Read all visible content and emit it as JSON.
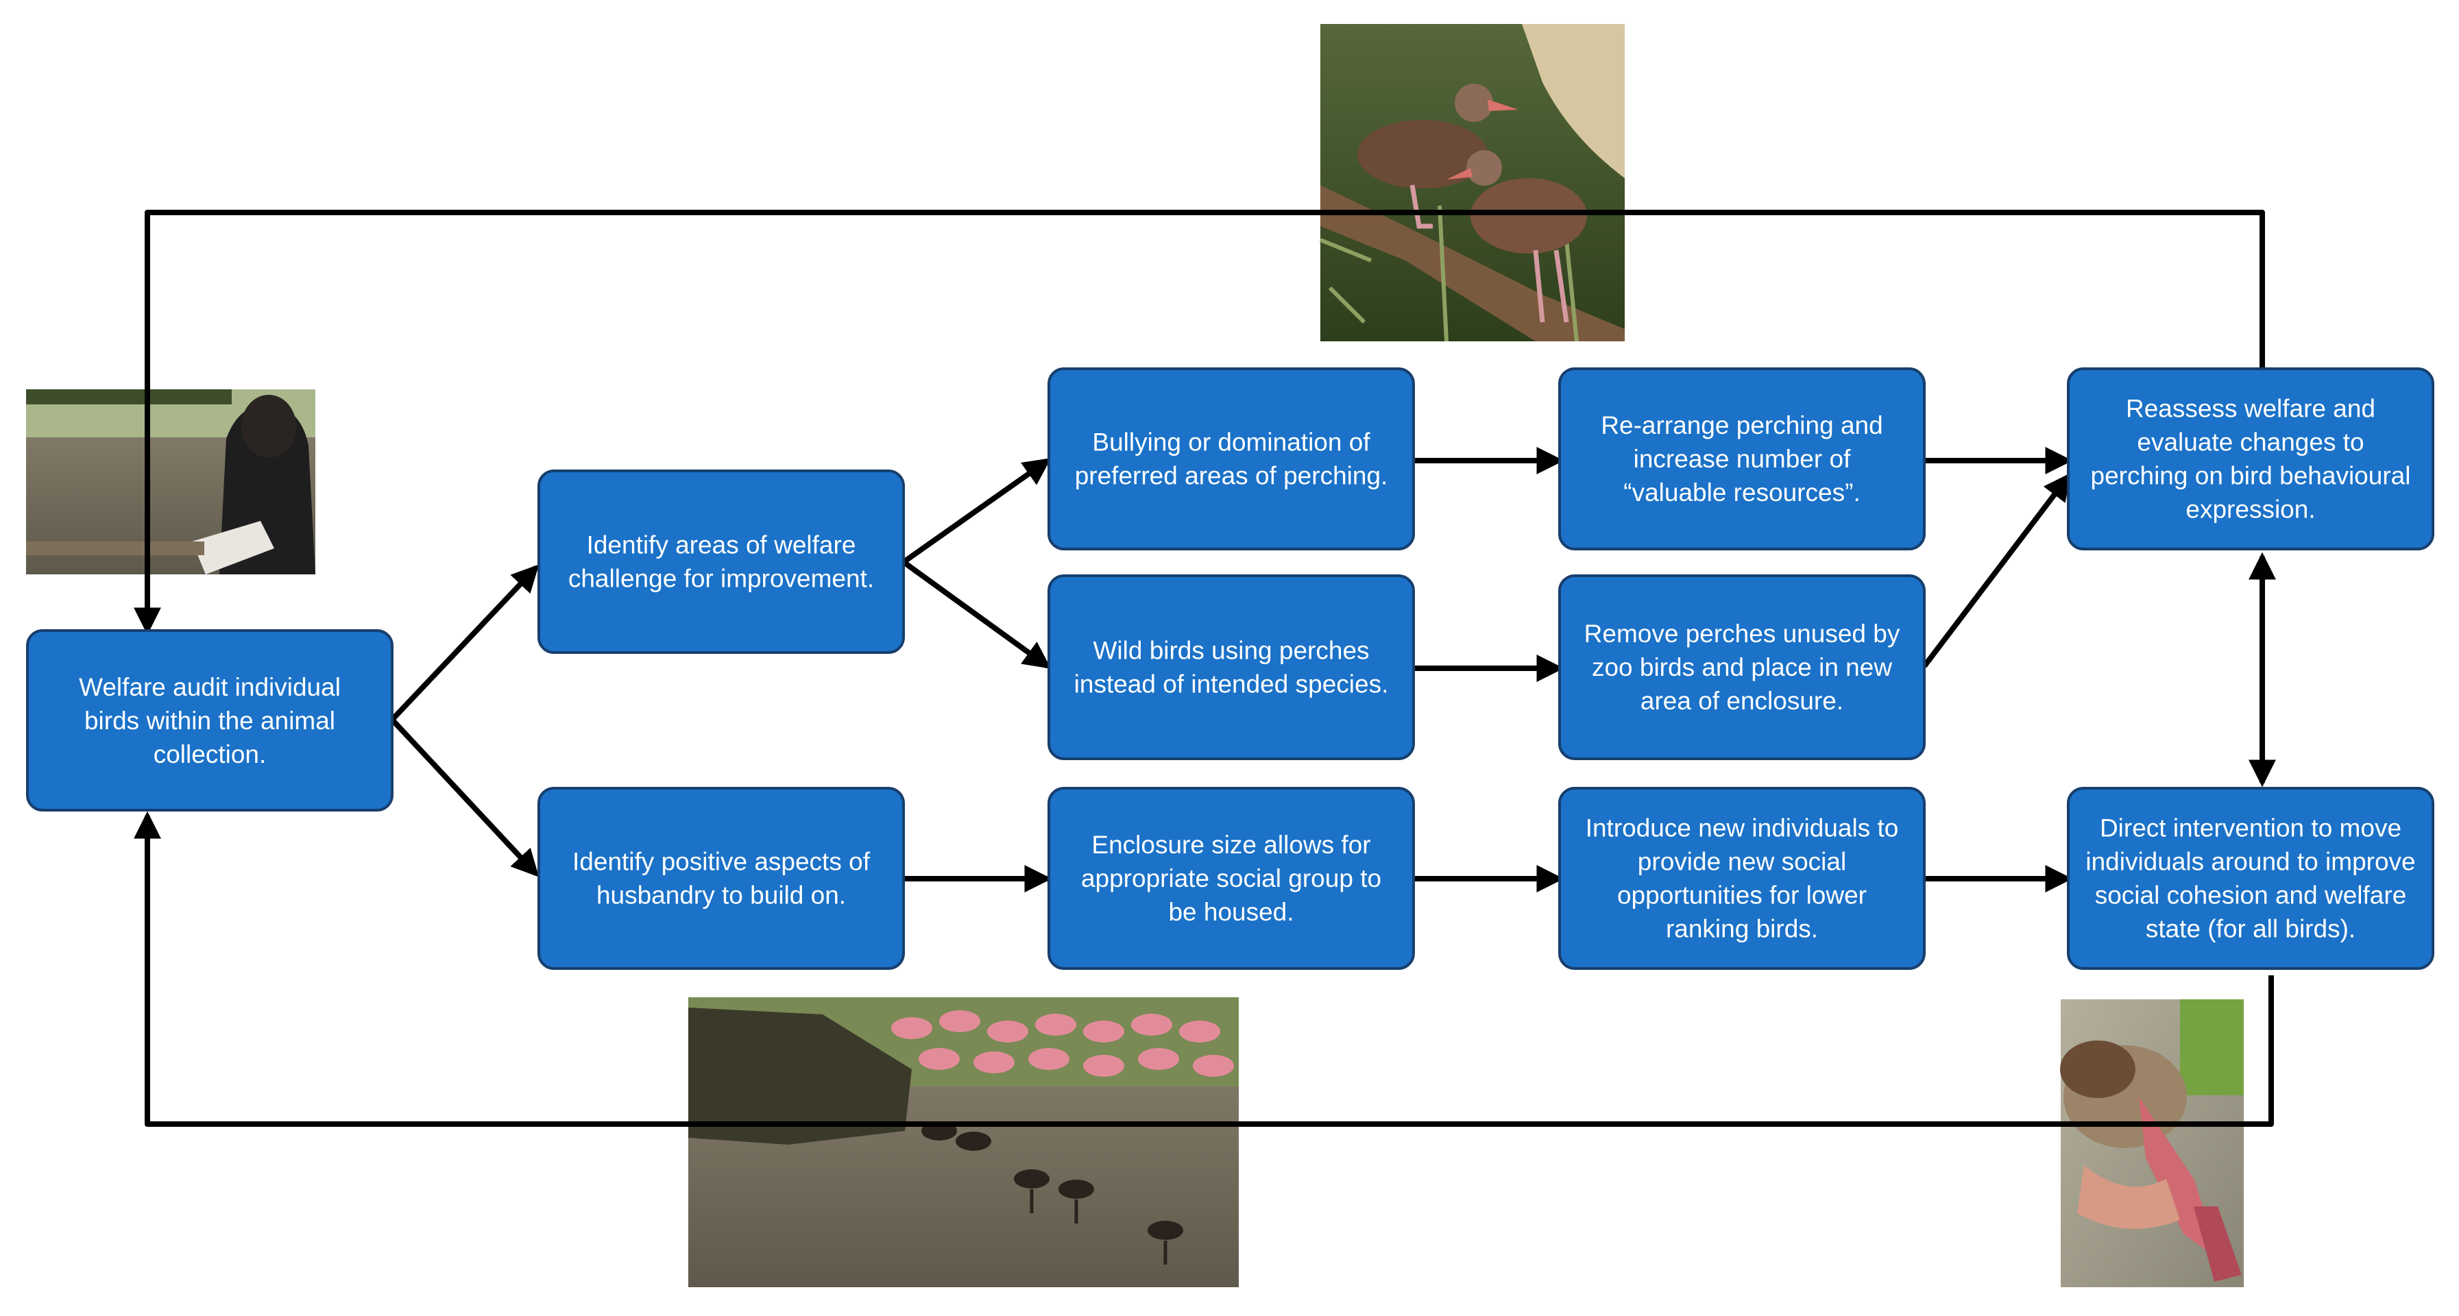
{
  "nodes": {
    "audit": "Welfare audit individual birds within the animal collection.",
    "challenge": "Identify areas of welfare challenge for improvement.",
    "positive": "Identify positive aspects of husbandry to build on.",
    "bullying": "Bullying or domination of preferred areas of perching.",
    "wild": "Wild birds using perches instead of intended species.",
    "enclosure": "Enclosure size allows for appropriate social group to be housed.",
    "rearrange": "Re-arrange perching and increase number of “valuable resources”.",
    "remove": "Remove perches unused by zoo birds and place in new area of enclosure.",
    "introduce": "Introduce new individuals to provide new social opportunities for lower ranking birds.",
    "reassess": "Reassess welfare and evaluate changes to perching on bird behavioural expression.",
    "direct": "Direct intervention to move individuals around to improve social cohesion and welfare state (for all birds)."
  },
  "photos": {
    "auditor": "photo of a person recording observations beside a pond",
    "ducks_on_branch": "photo of two whistling ducks perched on a branch",
    "flamingo_pond": "photo of flamingos and ducks at a pond",
    "duck_in_hand": "photo of a duck held in a hand"
  },
  "colors": {
    "box_fill": "#1B72C8",
    "box_border": "#173f6e",
    "arrow": "#000000",
    "text": "#ffffff"
  }
}
